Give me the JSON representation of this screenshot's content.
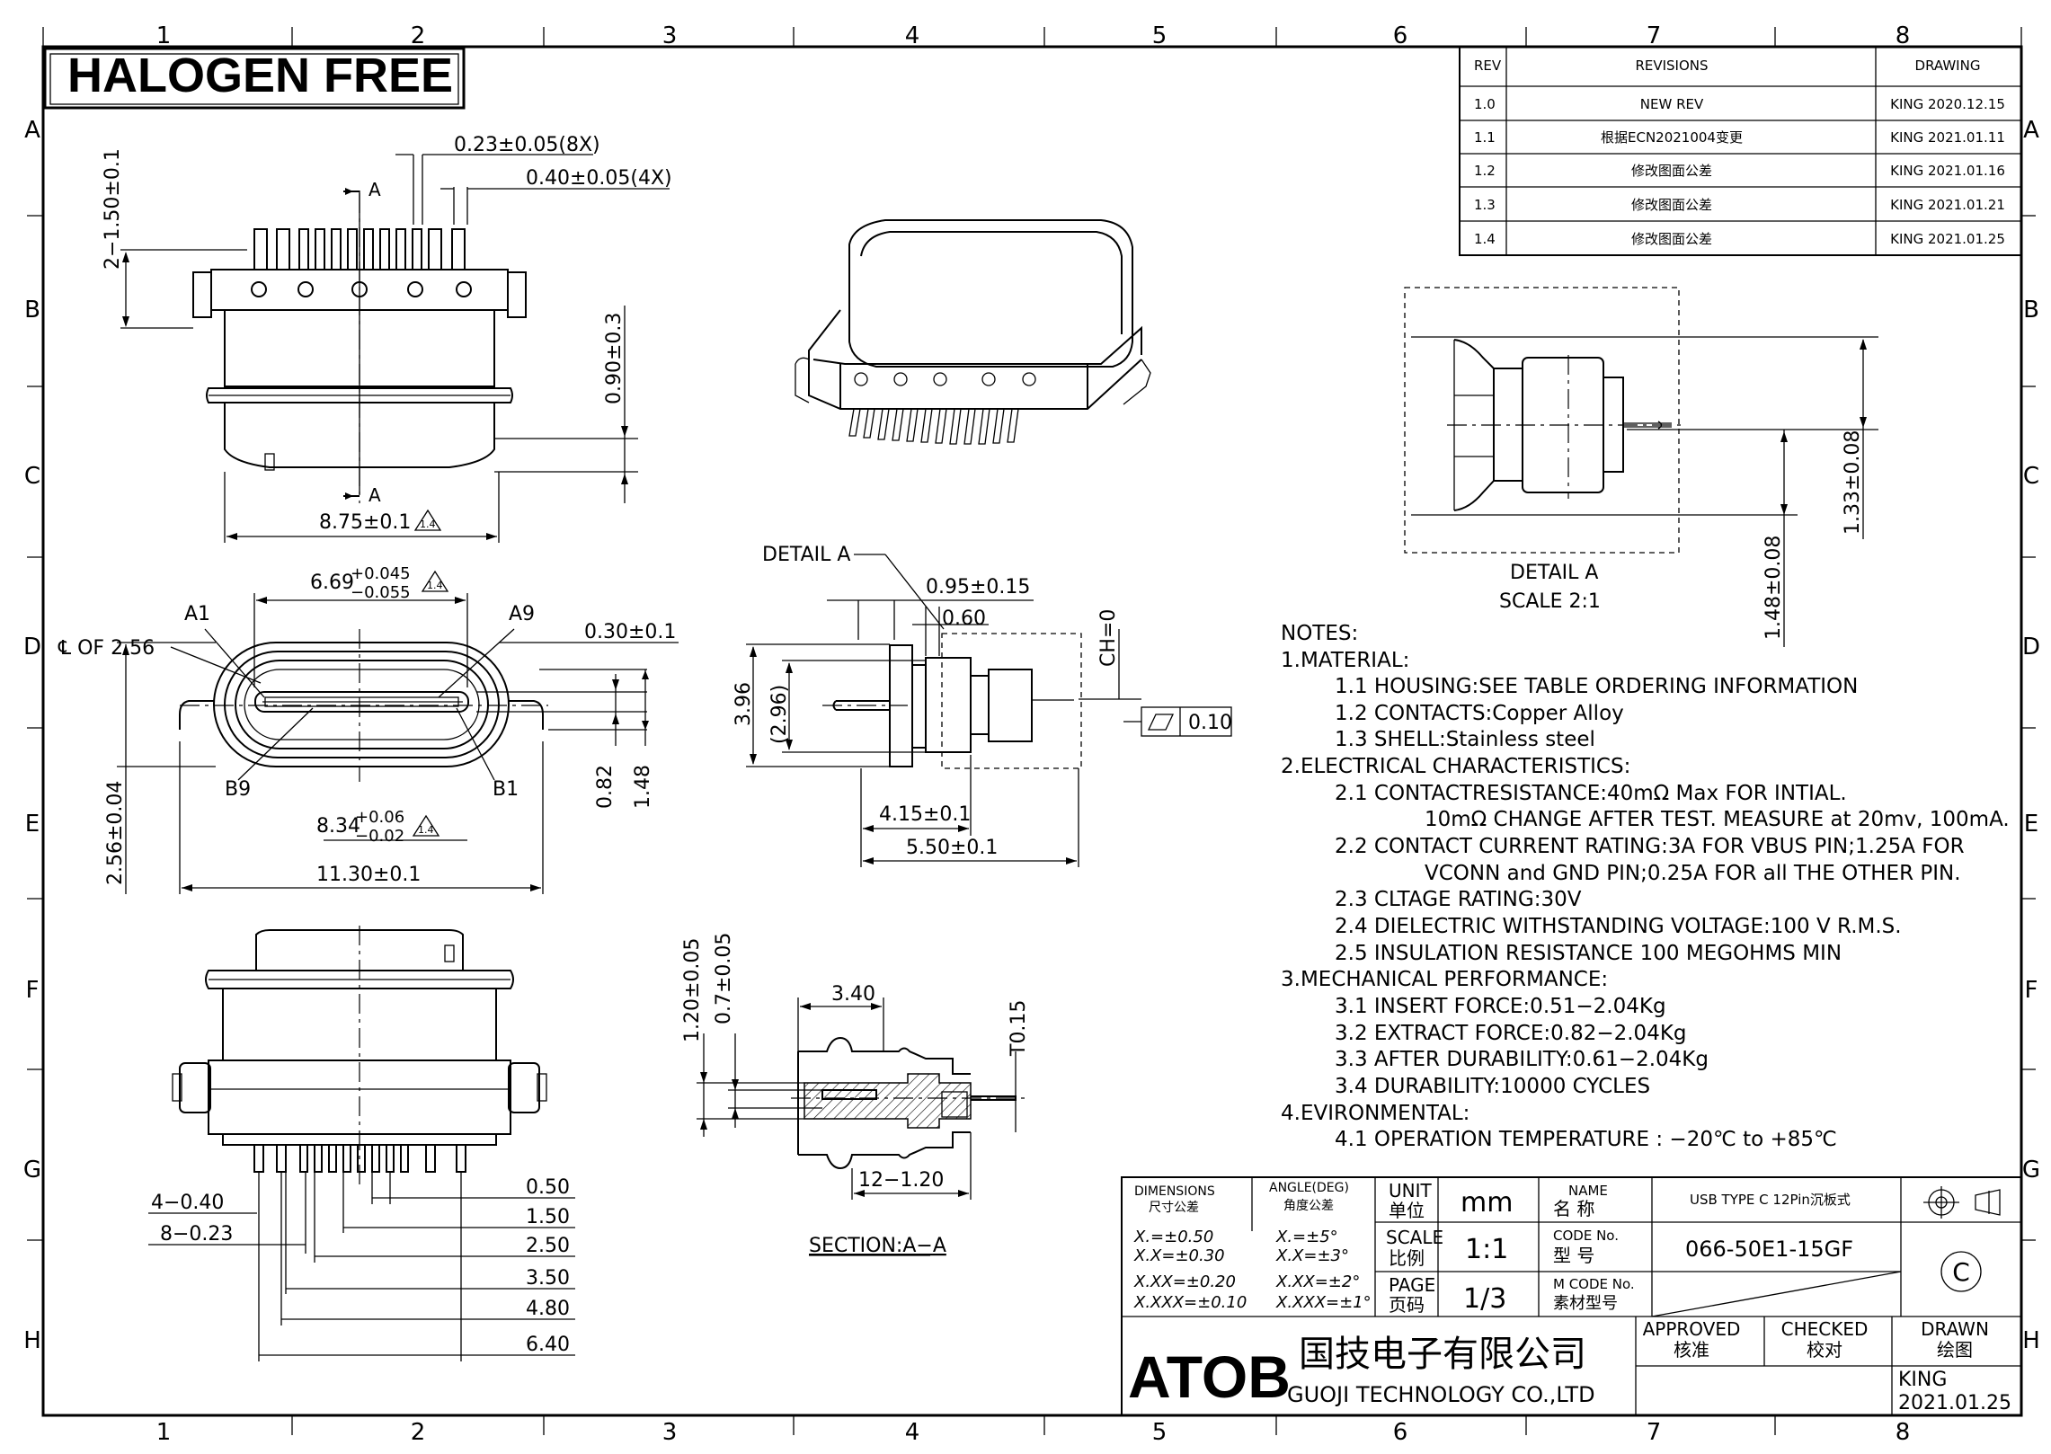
{
  "frame": {
    "columns": [
      "1",
      "2",
      "3",
      "4",
      "5",
      "6",
      "7",
      "8"
    ],
    "rows": [
      "A",
      "B",
      "C",
      "D",
      "E",
      "F",
      "G",
      "H"
    ]
  },
  "banner": "HALOGEN FREE",
  "revisions": {
    "headers": [
      "REV",
      "REVISIONS",
      "DRAWING"
    ],
    "rows": [
      {
        "rev": "1.0",
        "desc": "NEW REV",
        "drawing": "KING 2020.12.15"
      },
      {
        "rev": "1.1",
        "desc": "根据ECN2021004变更",
        "drawing": "KING 2021.01.11"
      },
      {
        "rev": "1.2",
        "desc": "修改图面公差",
        "drawing": "KING 2021.01.16"
      },
      {
        "rev": "1.3",
        "desc": "修改图面公差",
        "drawing": "KING 2021.01.21"
      },
      {
        "rev": "1.4",
        "desc": "修改图面公差",
        "drawing": "KING 2021.01.25"
      }
    ]
  },
  "dims": {
    "d023": "0.23±0.05(8X)",
    "d040": "0.40±0.05(4X)",
    "d150": "2−1.50±0.1",
    "d090": "0.90±0.3",
    "d875": "8.75±0.1",
    "secA": "A",
    "rev14": "1.4",
    "d669": "6.69",
    "d669p": "+0.045",
    "d669m": "−0.055",
    "a1": "A1",
    "a9": "A9",
    "b9": "B9",
    "b1": "B1",
    "cl": "℄ OF 2.56",
    "d030": "0.30±0.1",
    "d834": "8.34",
    "d834p": "+0.06",
    "d834m": "−0.02",
    "d082": "0.82",
    "d148": "1.48",
    "d256": "2.56±0.04",
    "d1130": "11.30±0.1",
    "detailA": "DETAIL A",
    "d095": "0.95±0.15",
    "d060": "0.60",
    "d396": "3.96",
    "d296": "(2.96)",
    "ch0": "CH=0",
    "flat": "0.10",
    "d415": "4.15±0.1",
    "d550": "5.50±0.1",
    "detailATitle": "DETAIL A",
    "detailAScale": "SCALE 2:1",
    "d133": "1.33±0.08",
    "d148b": "1.48±0.08",
    "d120": "1.20±0.05",
    "d07": "0.7±0.05",
    "d340": "3.40",
    "t015": "T0.15",
    "d12120": "12−1.20",
    "sectionAA": "SECTION:A−A",
    "d440": "4−0.40",
    "d823": "8−0.23",
    "p050": "0.50",
    "p150": "1.50",
    "p250": "2.50",
    "p350": "3.50",
    "p480": "4.80",
    "p640": "6.40"
  },
  "notes": [
    "NOTES:",
    "1.MATERIAL:",
    "1.1 HOUSING:SEE TABLE ORDERING INFORMATION",
    "1.2 CONTACTS:Copper Alloy",
    "1.3 SHELL:Stainless steel",
    "2.ELECTRICAL CHARACTERISTICS:",
    "2.1 CONTACTRESISTANCE:40mΩ Max FOR INTIAL.",
    "10mΩ CHANGE   AFTER TEST. MEASURE at 20mv, 100mA.",
    "2.2 CONTACT CURRENT RATING:3A FOR VBUS PIN;1.25A FOR",
    "VCONN and GND PIN;0.25A FOR all THE OTHER PIN.",
    "2.3 CLTAGE RATING:30V",
    "2.4 DIELECTRIC WITHSTANDING VOLTAGE:100 V R.M.S.",
    "2.5 INSULATION RESISTANCE 100 MEGOHMS MIN",
    "3.MECHANICAL PERFORMANCE:",
    "3.1 INSERT FORCE:0.51−2.04Kg",
    "3.2 EXTRACT FORCE:0.82−2.04Kg",
    "3.3 AFTER DURABILITY:0.61−2.04Kg",
    "3.4 DURABILITY:10000 CYCLES",
    "4.EVIRONMENTAL:",
    "4.1 OPERATION TEMPERATURE : −20℃ to +85℃"
  ],
  "title_block": {
    "dim_en": "DIMENSIONS",
    "dim_cn": "尺寸公差",
    "ang_en": "ANGLE(DEG)",
    "ang_cn": "角度公差",
    "tol1": "X.=±0.50",
    "tol2": "X.X=±0.30",
    "tol3": "X.XX=±0.20",
    "tol4": "X.XXX=±0.10",
    "ang1": "X.=±5°",
    "ang2": "X.X=±3°",
    "ang3": "X.XX=±2°",
    "ang4": "X.XXX=±1°",
    "unit_en": "UNIT",
    "unit_cn": "单位",
    "unit_val": "mm",
    "scale_en": "SCALE",
    "scale_cn": "比例",
    "scale_val": "1:1",
    "page_en": "PAGE",
    "page_cn": "页码",
    "page_val": "1/3",
    "name_en": "NAME",
    "name_cn": "名   称",
    "name_val": "USB TYPE C  12Pin沉板式",
    "code_en": "CODE No.",
    "code_cn": "型   号",
    "code_val": "066-50E1-15GF",
    "mcode_en": "M CODE No.",
    "mcode_cn": "素材型号",
    "copyright": "C",
    "brand": "ATOB",
    "company_cn": "国技电子有限公司",
    "company_en": "GUOJI TECHNOLOGY CO.,LTD",
    "approved_en": "APPROVED",
    "approved_cn": "核准",
    "checked_en": "CHECKED",
    "checked_cn": "校对",
    "drawn_en": "DRAWN",
    "drawn_cn": "绘图",
    "drawn_by": "KING",
    "drawn_date": "2021.01.25"
  }
}
